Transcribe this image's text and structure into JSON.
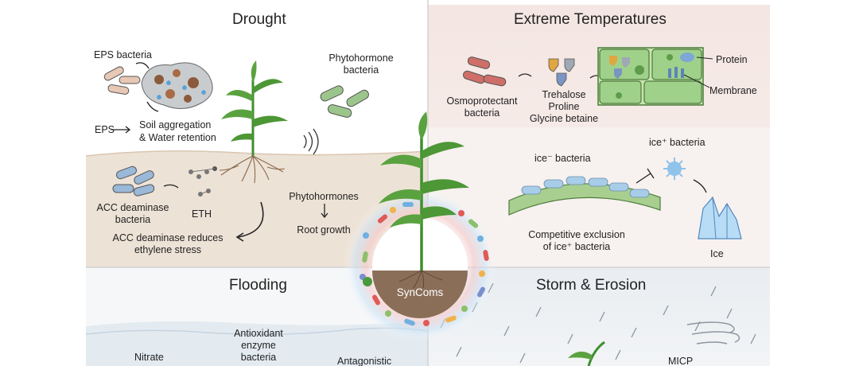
{
  "panels": {
    "drought": {
      "title": "Drought",
      "eps_bacteria": "EPS bacteria",
      "eps": "EPS",
      "soil_aggregation": "Soil aggregation",
      "water_retention": "& Water retention",
      "phytohormone_bacteria_1": "Phytohormone",
      "phytohormone_bacteria_2": "bacteria",
      "acc_bacteria_1": "ACC deaminase",
      "acc_bacteria_2": "bacteria",
      "eth": "ETH",
      "phytohormones": "Phytohormones",
      "root_growth": "Root growth",
      "acc_reduces_1": "ACC deaminase reduces",
      "acc_reduces_2": "ethylene stress"
    },
    "extreme_temperatures": {
      "title": "Extreme Temperatures",
      "osmo_1": "Osmoprotectant",
      "osmo_2": "bacteria",
      "trehalose": "Trehalose",
      "proline": "Proline",
      "glycine": "Glycine betaine",
      "protein": "Protein",
      "membrane": "Membrane",
      "ice_minus": "ice⁻ bacteria",
      "ice_plus": "ice⁺ bacteria",
      "competitive_1": "Competitive exclusion",
      "competitive_2": "of ice⁺ bacteria",
      "ice": "Ice"
    },
    "flooding": {
      "title": "Flooding",
      "antioxidant_1": "Antioxidant",
      "antioxidant_2": "enzyme",
      "antioxidant_3": "bacteria",
      "nitrate": "Nitrate",
      "antagonistic": "Antagonistic"
    },
    "storm": {
      "title": "Storm & Erosion",
      "micp": "MICP"
    },
    "center": {
      "label": "SynComs"
    }
  },
  "colors": {
    "drought_bg": "#f3ece6",
    "temp_bg": "#f5ece8",
    "soil": "#e8d8c4",
    "leaf": "#3f8f2e",
    "bacteria_green": "#8fbf7a",
    "bacteria_blue": "#8fb3d6",
    "bacteria_red": "#c9645f",
    "ice": "#9cc8ec"
  }
}
